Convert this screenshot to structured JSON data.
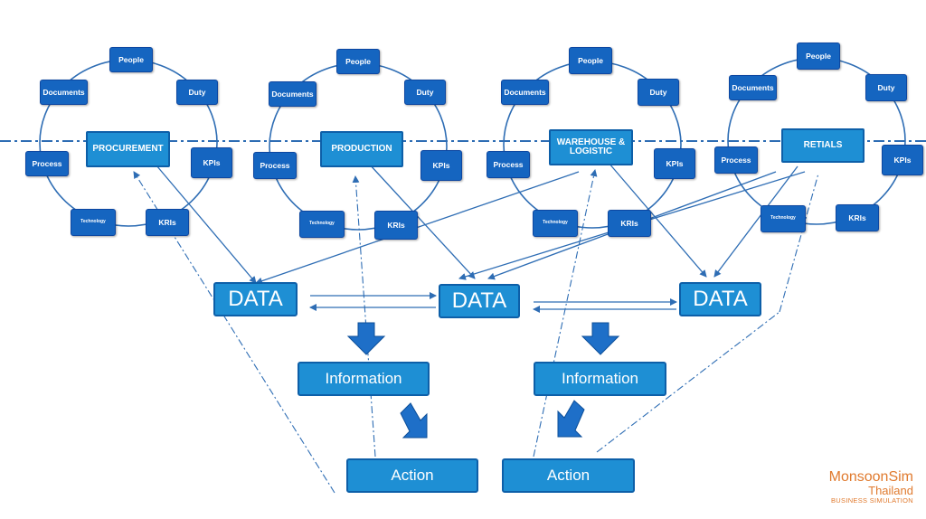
{
  "colors": {
    "node_dark": "#1565c0",
    "node_light": "#1e8fd4",
    "line": "#2e6db4",
    "logo": "#e07a2e"
  },
  "clusters": [
    {
      "dept": "PROCUREMENT",
      "people": "People",
      "documents": "Documents",
      "duty": "Duty",
      "process": "Process",
      "kpis": "KPIs",
      "technology": "Technology",
      "kris": "KRIs"
    },
    {
      "dept": "PRODUCTION",
      "people": "People",
      "documents": "Documents",
      "duty": "Duty",
      "process": "Process",
      "kpis": "KPIs",
      "technology": "Technology",
      "kris": "KRIs"
    },
    {
      "dept": "WAREHOUSE & LOGISTIC",
      "people": "People",
      "documents": "Documents",
      "duty": "Duty",
      "process": "Process",
      "kpis": "KPIs",
      "technology": "Technology",
      "kris": "KRIs"
    },
    {
      "dept": "RETIALS",
      "people": "People",
      "documents": "Documents",
      "duty": "Duty",
      "process": "Process",
      "kpis": "KPIs",
      "technology": "Technology",
      "kris": "KRIs"
    }
  ],
  "data_boxes": [
    "DATA",
    "DATA",
    "DATA"
  ],
  "information_boxes": [
    "Information",
    "Information"
  ],
  "action_boxes": [
    "Action",
    "Action"
  ],
  "logo": {
    "line1": "MonsoonSim",
    "line2": "Thailand",
    "line3": "BUSINESS SIMULATION"
  }
}
